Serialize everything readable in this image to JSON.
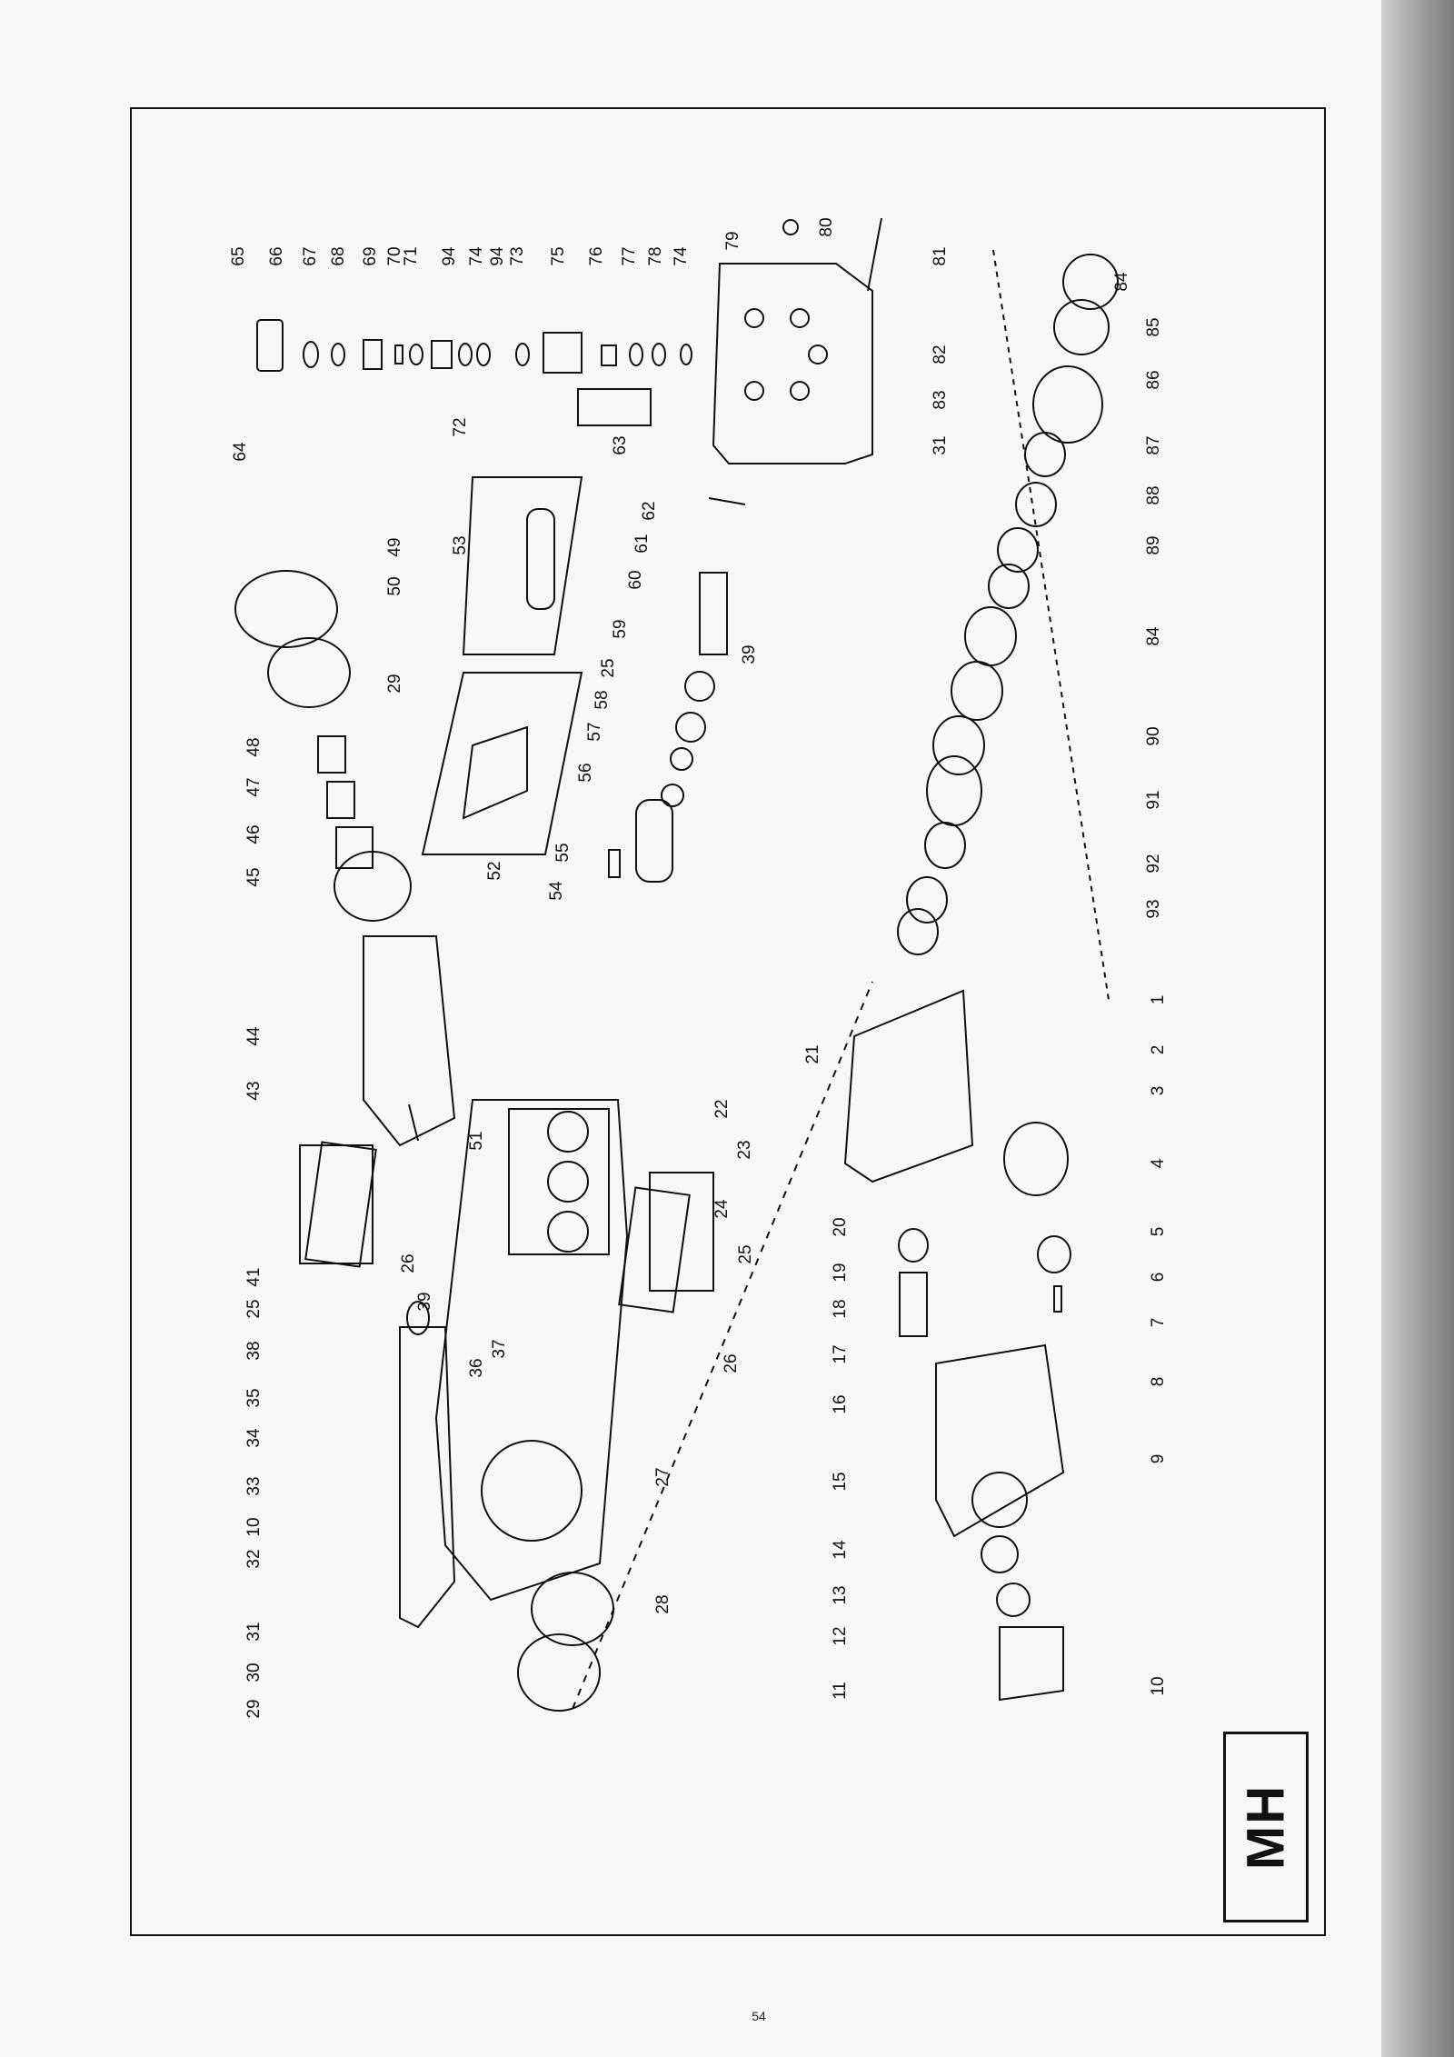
{
  "document": {
    "section_label": "MH",
    "page_number": "54"
  },
  "callouts": [
    {
      "id": "c65",
      "text": "65"
    },
    {
      "id": "c66",
      "text": "66"
    },
    {
      "id": "c67",
      "text": "67"
    },
    {
      "id": "c68",
      "text": "68"
    },
    {
      "id": "c69",
      "text": "69"
    },
    {
      "id": "c70",
      "text": "70"
    },
    {
      "id": "c71",
      "text": "71"
    },
    {
      "id": "c94a",
      "text": "94"
    },
    {
      "id": "c74a",
      "text": "74"
    },
    {
      "id": "c94b",
      "text": "94"
    },
    {
      "id": "c73",
      "text": "73"
    },
    {
      "id": "c75",
      "text": "75"
    },
    {
      "id": "c76",
      "text": "76"
    },
    {
      "id": "c77",
      "text": "77"
    },
    {
      "id": "c78",
      "text": "78"
    },
    {
      "id": "c74b",
      "text": "74"
    },
    {
      "id": "c79",
      "text": "79"
    },
    {
      "id": "c80",
      "text": "80"
    },
    {
      "id": "c81",
      "text": "81"
    },
    {
      "id": "c84a",
      "text": "84"
    },
    {
      "id": "c85",
      "text": "85"
    },
    {
      "id": "c86",
      "text": "86"
    },
    {
      "id": "c87",
      "text": "87"
    },
    {
      "id": "c88",
      "text": "88"
    },
    {
      "id": "c89",
      "text": "89"
    },
    {
      "id": "c84b",
      "text": "84"
    },
    {
      "id": "c90",
      "text": "90"
    },
    {
      "id": "c91",
      "text": "91"
    },
    {
      "id": "c92",
      "text": "92"
    },
    {
      "id": "c93",
      "text": "93"
    },
    {
      "id": "c64",
      "text": "64"
    },
    {
      "id": "c72",
      "text": "72"
    },
    {
      "id": "c63",
      "text": "63"
    },
    {
      "id": "c31a",
      "text": "31"
    },
    {
      "id": "c83",
      "text": "83"
    },
    {
      "id": "c82",
      "text": "82"
    },
    {
      "id": "c62",
      "text": "62"
    },
    {
      "id": "c61",
      "text": "61"
    },
    {
      "id": "c60",
      "text": "60"
    },
    {
      "id": "c59",
      "text": "59"
    },
    {
      "id": "c25a",
      "text": "25"
    },
    {
      "id": "c39a",
      "text": "39"
    },
    {
      "id": "c58",
      "text": "58"
    },
    {
      "id": "c57",
      "text": "57"
    },
    {
      "id": "c56",
      "text": "56"
    },
    {
      "id": "c55",
      "text": "55"
    },
    {
      "id": "c54",
      "text": "54"
    },
    {
      "id": "c53",
      "text": "53"
    },
    {
      "id": "c52",
      "text": "52"
    },
    {
      "id": "c49",
      "text": "49"
    },
    {
      "id": "c50",
      "text": "50"
    },
    {
      "id": "c29a",
      "text": "29"
    },
    {
      "id": "c48",
      "text": "48"
    },
    {
      "id": "c47",
      "text": "47"
    },
    {
      "id": "c46",
      "text": "46"
    },
    {
      "id": "c45",
      "text": "45"
    },
    {
      "id": "c44",
      "text": "44"
    },
    {
      "id": "c43",
      "text": "43"
    },
    {
      "id": "c41",
      "text": "41"
    },
    {
      "id": "c25b",
      "text": "25"
    },
    {
      "id": "c26a",
      "text": "26"
    },
    {
      "id": "c51",
      "text": "51"
    },
    {
      "id": "c39b",
      "text": "39"
    },
    {
      "id": "c38",
      "text": "38"
    },
    {
      "id": "c37",
      "text": "37"
    },
    {
      "id": "c36",
      "text": "36"
    },
    {
      "id": "c35",
      "text": "35"
    },
    {
      "id": "c34",
      "text": "34"
    },
    {
      "id": "c33",
      "text": "33"
    },
    {
      "id": "c10a",
      "text": "10"
    },
    {
      "id": "c32",
      "text": "32"
    },
    {
      "id": "c31b",
      "text": "31"
    },
    {
      "id": "c30",
      "text": "30"
    },
    {
      "id": "c29b",
      "text": "29"
    },
    {
      "id": "c28",
      "text": "28"
    },
    {
      "id": "c27",
      "text": "27"
    },
    {
      "id": "c26b",
      "text": "26"
    },
    {
      "id": "c25c",
      "text": "25"
    },
    {
      "id": "c24",
      "text": "24"
    },
    {
      "id": "c23",
      "text": "23"
    },
    {
      "id": "c22",
      "text": "22"
    },
    {
      "id": "c21",
      "text": "21"
    },
    {
      "id": "c1",
      "text": "1"
    },
    {
      "id": "c2",
      "text": "2"
    },
    {
      "id": "c3",
      "text": "3"
    },
    {
      "id": "c4",
      "text": "4"
    },
    {
      "id": "c5",
      "text": "5"
    },
    {
      "id": "c6",
      "text": "6"
    },
    {
      "id": "c7",
      "text": "7"
    },
    {
      "id": "c8",
      "text": "8"
    },
    {
      "id": "c9",
      "text": "9"
    },
    {
      "id": "c10b",
      "text": "10"
    },
    {
      "id": "c20",
      "text": "20"
    },
    {
      "id": "c19",
      "text": "19"
    },
    {
      "id": "c18",
      "text": "18"
    },
    {
      "id": "c17",
      "text": "17"
    },
    {
      "id": "c16",
      "text": "16"
    },
    {
      "id": "c15",
      "text": "15"
    },
    {
      "id": "c14",
      "text": "14"
    },
    {
      "id": "c13",
      "text": "13"
    },
    {
      "id": "c12",
      "text": "12"
    },
    {
      "id": "c11",
      "text": "11"
    }
  ]
}
